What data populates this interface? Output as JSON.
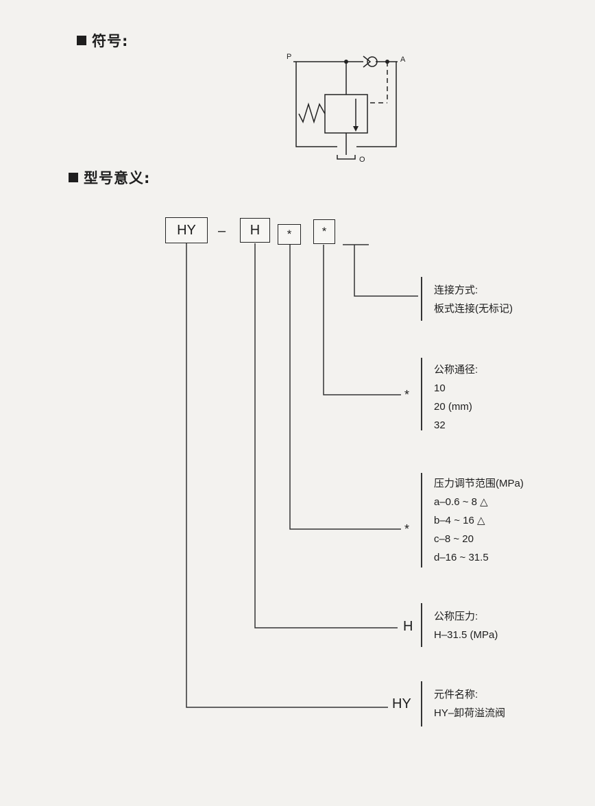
{
  "sections": {
    "symbol_title": "符号:",
    "model_title": "型号意义:"
  },
  "symbol": {
    "port_p": "P",
    "port_a": "A",
    "port_o": "O"
  },
  "code": {
    "part1": "HY",
    "sep": "–",
    "part2": "H",
    "part3": "*",
    "part4": "*"
  },
  "groups": [
    {
      "marker": "",
      "lines": [
        "连接方式:",
        "板式连接(无标记)"
      ]
    },
    {
      "marker": "*",
      "lines": [
        "公称通径:",
        "10",
        "20  (mm)",
        "32"
      ]
    },
    {
      "marker": "*",
      "lines": [
        "压力调节范围(MPa)",
        "a–0.6 ~ 8  △",
        "b–4 ~ 16  △",
        "c–8 ~ 20",
        "d–16 ~ 31.5"
      ]
    },
    {
      "marker": "H",
      "lines": [
        "公称压力:",
        "H–31.5  (MPa)"
      ]
    },
    {
      "marker": "HY",
      "lines": [
        "元件名称:",
        "HY–卸荷溢流阀"
      ]
    }
  ]
}
